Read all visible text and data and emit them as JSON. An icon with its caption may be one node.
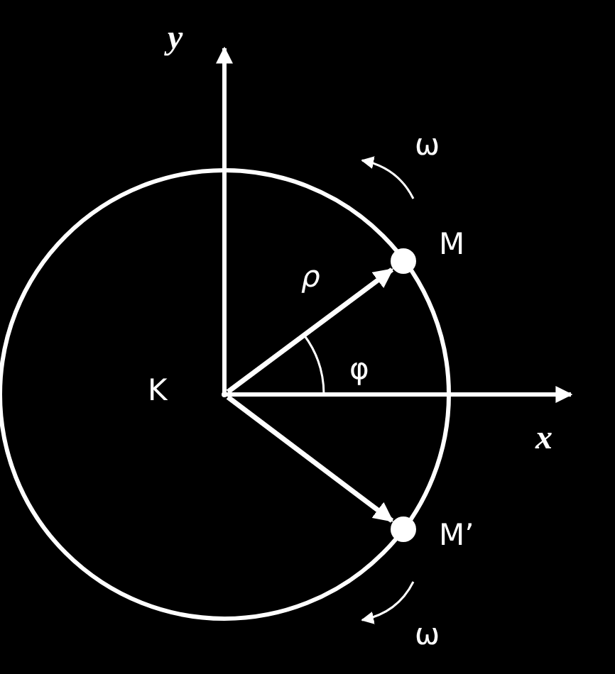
{
  "diagram": {
    "nodes": [
      {
        "text": [],
        "shape": "point",
        "beside": [
          "K"
        ]
      },
      {
        "text": [],
        "shape": "circle",
        "beside": [
          "M"
        ]
      },
      {
        "text": [],
        "shape": "circle",
        "beside": [
          "M’"
        ]
      }
    ],
    "edges": [
      {
        "from": 0,
        "to": 1,
        "arrow": "to",
        "label": "ρ"
      },
      {
        "from": 0,
        "to": 2,
        "arrow": "to"
      }
    ],
    "labels": [
      "y",
      "ω",
      "φ",
      "x",
      "ω"
    ]
  }
}
